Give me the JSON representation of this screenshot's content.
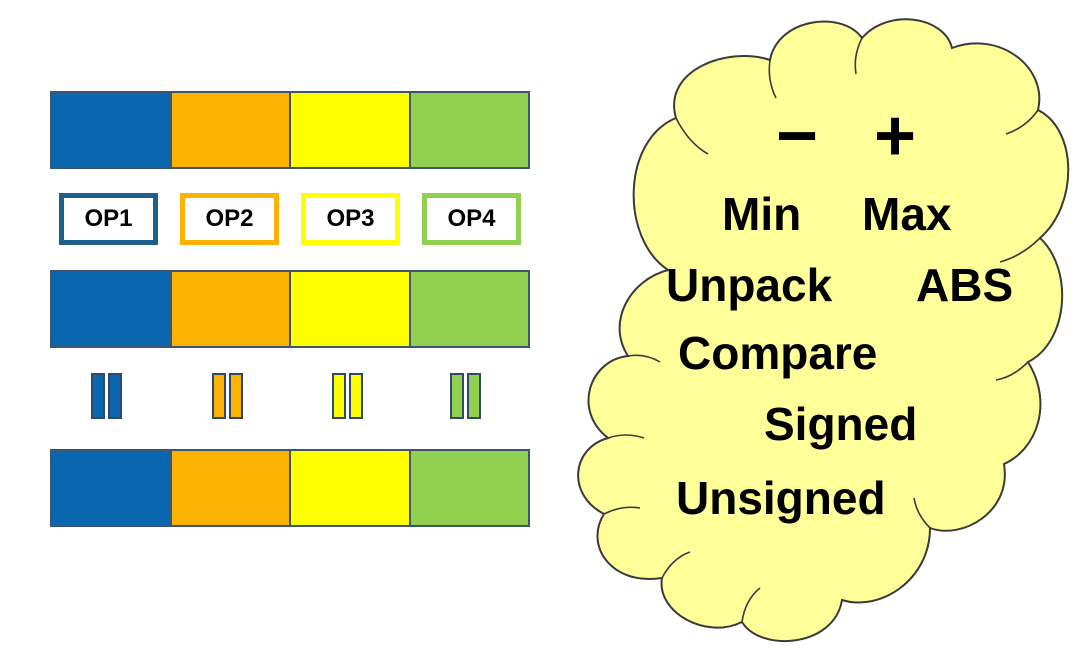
{
  "colors": {
    "lane1": "#0b66b0",
    "lane2": "#fbb200",
    "lane3": "#ffff00",
    "lane4": "#92d050",
    "border": "#3b5573",
    "cloud_fill": "#ffff99",
    "cloud_stroke": "#3a3a3a"
  },
  "operations": {
    "op1": "OP1",
    "op2": "OP2",
    "op3": "OP3",
    "op4": "OP4"
  },
  "cloud": {
    "minus": "−",
    "plus": "+",
    "min": "Min",
    "max": "Max",
    "unpack": "Unpack",
    "abs": "ABS",
    "compare": "Compare",
    "signed": "Signed",
    "unsigned": "Unsigned"
  }
}
